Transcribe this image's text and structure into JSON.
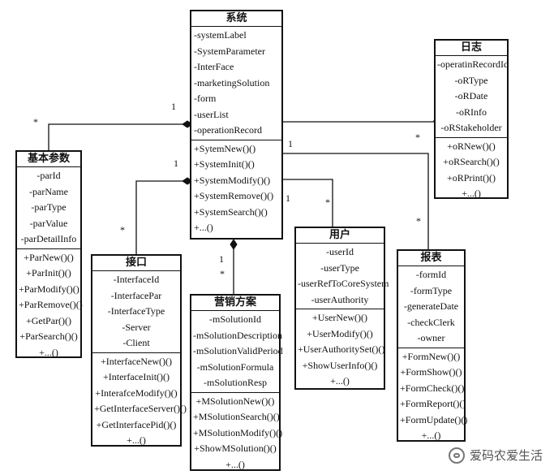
{
  "classes": {
    "system": {
      "name": "系统",
      "attributes": [
        "-systemLabel",
        "-SystemParameter",
        "-InterFace",
        "-marketingSolution",
        "-form",
        "-userList",
        "-operationRecord"
      ],
      "methods": [
        "+SytemNew()()",
        "+SystemInit()()",
        "+SystemModify()()",
        "+SystemRemove()()",
        "+SystemSearch()()",
        "+...()"
      ]
    },
    "log": {
      "name": "日志",
      "attributes": [
        "-operatinRecordId",
        "-oRType",
        "-oRDate",
        "-oRInfo",
        "-oRStakeholder"
      ],
      "methods": [
        "+oRNew()()",
        "+oRSearch()()",
        "+oRPrint()()",
        "+...()"
      ]
    },
    "params": {
      "name": "基本参数",
      "attributes": [
        "-parId",
        "-parName",
        "-parType",
        "-parValue",
        "-parDetailInfo"
      ],
      "methods": [
        "+ParNew()()",
        "+ParInit()()",
        "+ParModify()()",
        "+ParRemove()()",
        "+GetPar()()",
        "+ParSearch()()",
        "+...()"
      ]
    },
    "interface": {
      "name": "接口",
      "attributes": [
        "-InterfaceId",
        "-InterfacePar",
        "-InterfaceType",
        "-Server",
        "-Client"
      ],
      "methods": [
        "+InterfaceNew()()",
        "+InterfaceInit()()",
        "+InterafceModify()()",
        "+GetInterfaceServer()()",
        "+GetInterfacePid()()",
        "+...()"
      ]
    },
    "marketing": {
      "name": "营销方案",
      "attributes": [
        "-mSolutionId",
        "-mSolutionDescription",
        "-mSolutionValidPeriod",
        "-mSolutionFormula",
        "-mSolutionResp"
      ],
      "methods": [
        "+MSolutionNew()()",
        "+MSolutionSearch()()",
        "+MSolutionModify()()",
        "+ShowMSolution()()",
        "+...()"
      ]
    },
    "user": {
      "name": "用户",
      "attributes": [
        "-userId",
        "-userType",
        "-userRefToCoreSystem",
        "-userAuthority"
      ],
      "methods": [
        "+UserNew()()",
        "+UserModify()()",
        "+UserAuthoritySet()()",
        "+ShowUserInfo()()",
        "+...()"
      ]
    },
    "report": {
      "name": "报表",
      "attributes": [
        "-formId",
        "-formType",
        "-generateDate",
        "-checkClerk",
        "-owner"
      ],
      "methods": [
        "+FormNew()()",
        "+FormShow()()",
        "+FormCheck()()",
        "+FormReport()()",
        "+FormUpdate()()",
        "+...()"
      ]
    }
  },
  "multiplicities": {
    "one": "1",
    "many": "*"
  },
  "watermark": "爱码农爱生活"
}
